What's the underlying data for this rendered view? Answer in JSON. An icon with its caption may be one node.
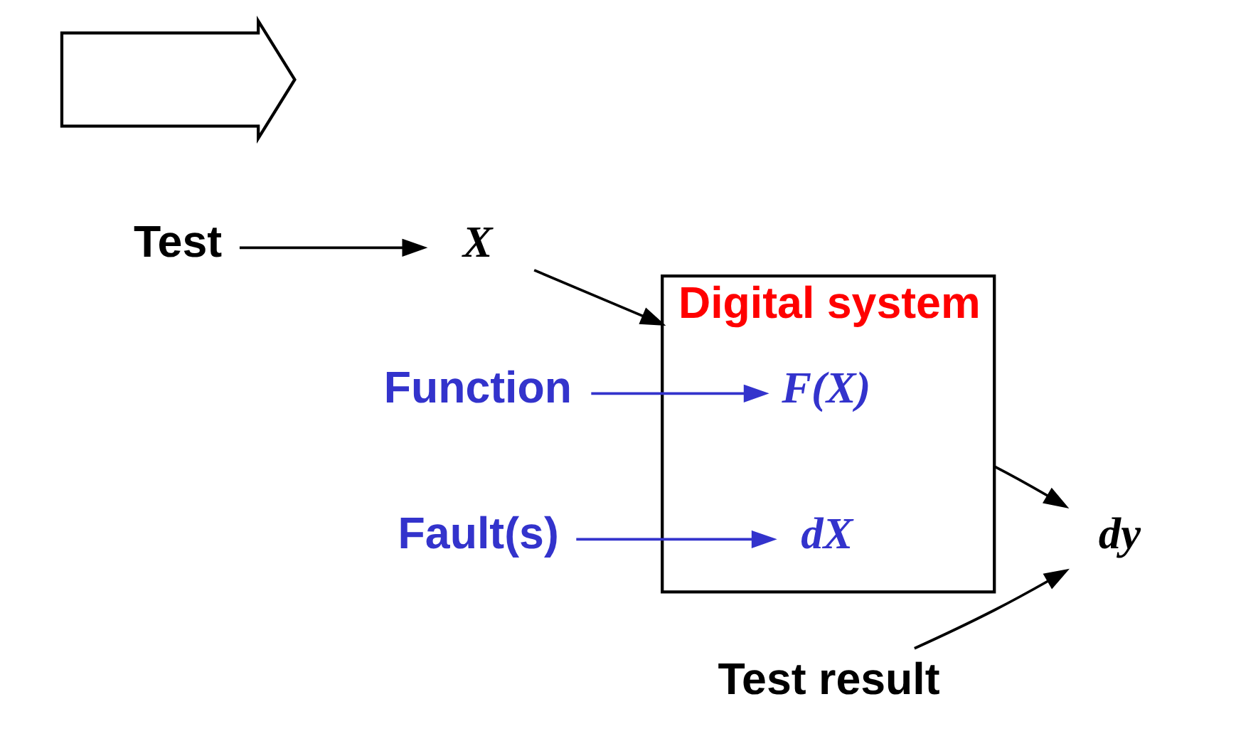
{
  "diagram": {
    "nodes": [
      {
        "text": [
          "Test"
        ]
      },
      {
        "text": [
          "X"
        ]
      },
      {
        "text": [
          "Digital system"
        ]
      },
      {
        "text": [
          "F(X)"
        ],
        "in": 2
      },
      {
        "text": [
          "dX"
        ],
        "in": 2
      },
      {
        "text": [
          "Test result"
        ]
      },
      {
        "text": [
          "dy"
        ]
      },
      {
        "text": [
          "Function"
        ]
      },
      {
        "text": [
          "Fault(s)"
        ]
      },
      {
        "text": [],
        "shape": "arrow"
      }
    ],
    "edges": [
      {
        "from": 0,
        "to": 1,
        "arrow": "to"
      },
      {
        "from": 1,
        "to": 2,
        "arrow": "to"
      },
      {
        "from": 2,
        "to": 6,
        "arrow": "to"
      },
      {
        "from": 5,
        "to": 6,
        "arrow": "to"
      },
      {
        "from": 7,
        "to": 3,
        "arrow": "to",
        "color": "#3333cc"
      },
      {
        "from": 8,
        "to": 4,
        "arrow": "to",
        "color": "#3333cc"
      }
    ]
  }
}
